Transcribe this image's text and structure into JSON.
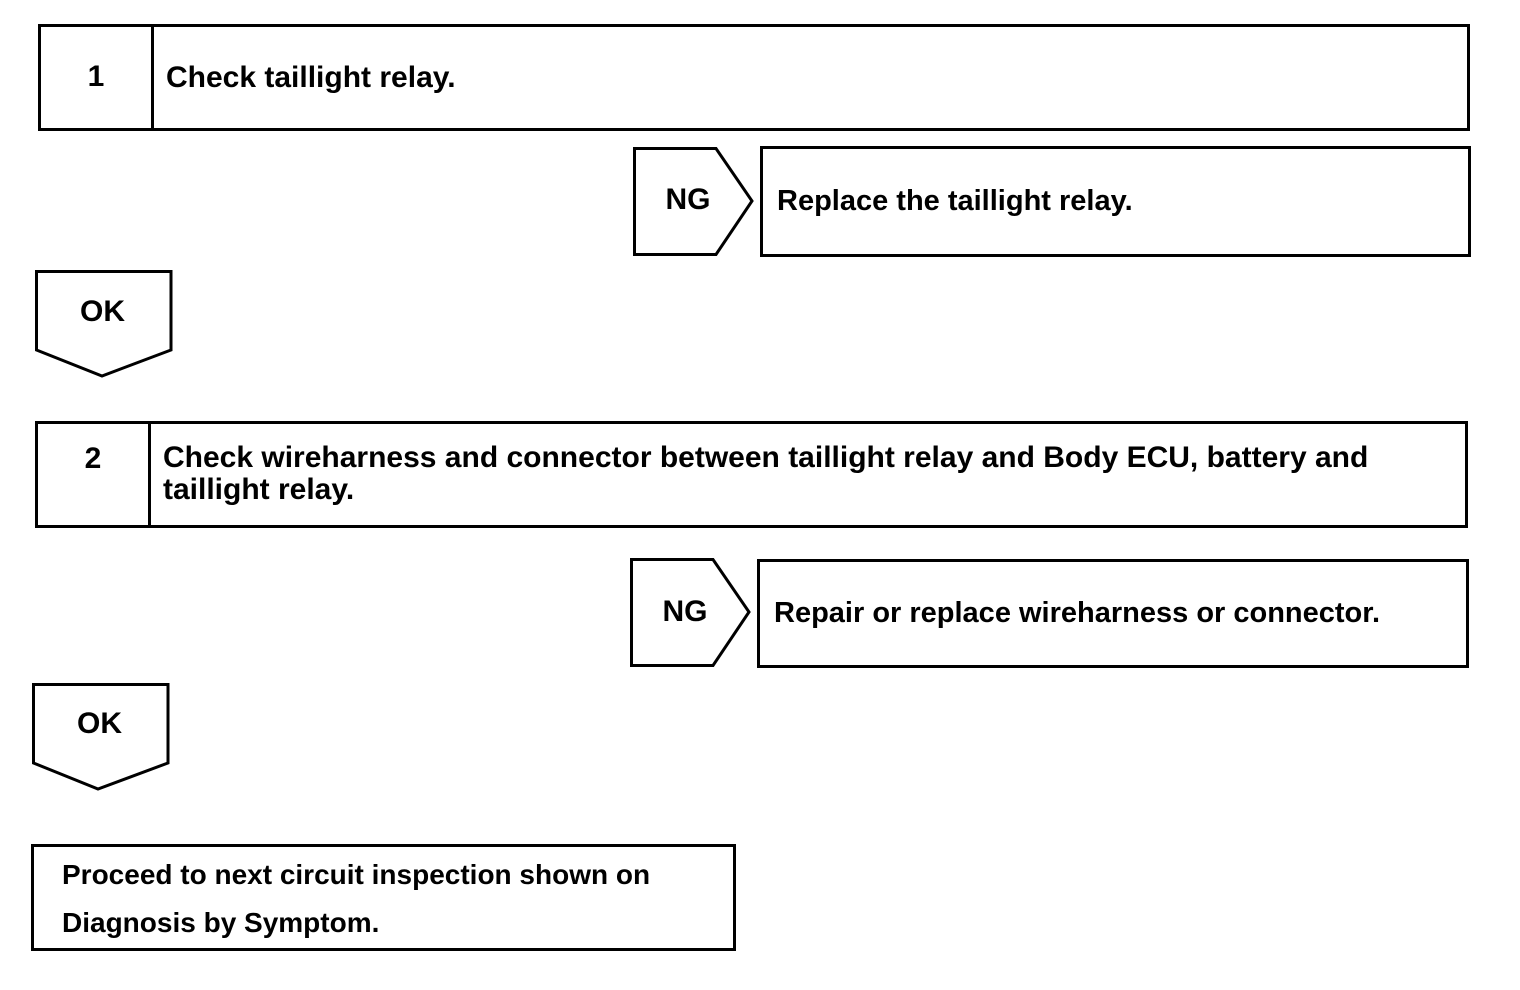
{
  "steps": [
    {
      "number": "1",
      "title": "Check taillight relay."
    },
    {
      "number": "2",
      "title": "Check wireharness and connector between taillight relay and Body ECU, battery and taillight relay."
    }
  ],
  "branches": [
    {
      "label": "NG",
      "action": "Replace the taillight relay."
    },
    {
      "label": "NG",
      "action": "Repair or replace wireharness or connector."
    }
  ],
  "ok_labels": [
    "OK",
    "OK"
  ],
  "final": {
    "text": "Proceed to next circuit inspection shown on Diagnosis by Symptom."
  }
}
